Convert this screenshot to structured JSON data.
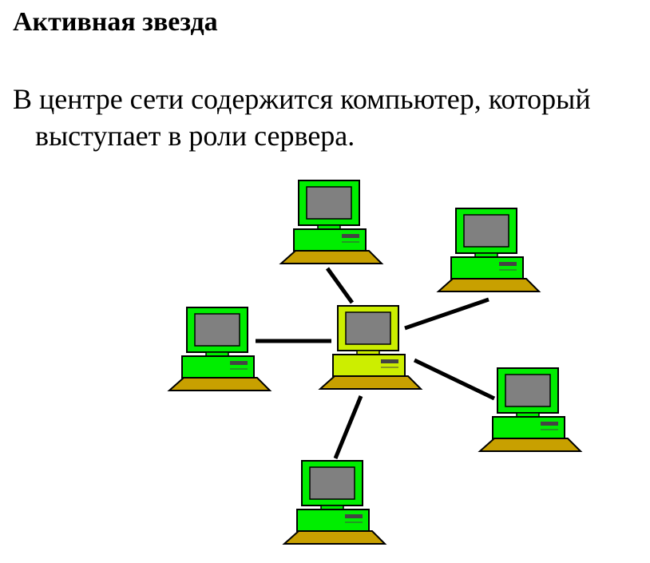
{
  "slide": {
    "title": "Активная звезда",
    "text": "В центре сети содержится компьютер, который выступает в роли сервера."
  },
  "diagram": {
    "topology": "star",
    "nodes": [
      {
        "id": "server",
        "role": "server"
      },
      {
        "id": "top",
        "role": "workstation"
      },
      {
        "id": "top-right",
        "role": "workstation"
      },
      {
        "id": "left",
        "role": "workstation"
      },
      {
        "id": "right",
        "role": "workstation"
      },
      {
        "id": "bottom",
        "role": "workstation"
      }
    ],
    "links": [
      {
        "from": "server",
        "to": "top"
      },
      {
        "from": "server",
        "to": "top-right"
      },
      {
        "from": "server",
        "to": "left"
      },
      {
        "from": "server",
        "to": "right"
      },
      {
        "from": "server",
        "to": "bottom"
      }
    ],
    "colors": {
      "workstation": "#00ee00",
      "server": "#ccee00",
      "screen": "#808080",
      "keyboard": "#c8a000",
      "outline": "#000000",
      "cable": "#000000"
    }
  }
}
